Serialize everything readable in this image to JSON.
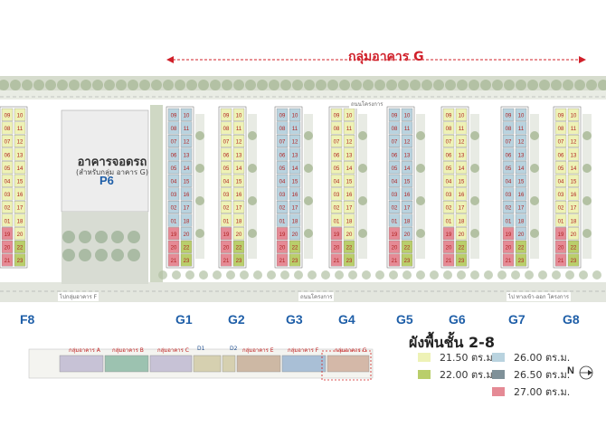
{
  "header": {
    "group_title": "กลุ่มอาคาร G"
  },
  "roads": {
    "top_label": "ถนนโครงการ",
    "bottom_left": "ไปกลุ่มอาคาร F",
    "bottom_mid": "ถนนโครงการ",
    "bottom_right": "ไป ทางเข้า-ออก โครงการ"
  },
  "parking": {
    "title": "อาคารจอดรถ",
    "subtitle": "(สำหรับกลุ่ม อาคาร G)",
    "code": "P6"
  },
  "buildings": [
    "F8",
    "G1",
    "G2",
    "G3",
    "G4",
    "G5",
    "G6",
    "G7",
    "G8"
  ],
  "legend": {
    "title": "ผังพื้นชั้น 2-8",
    "items": [
      {
        "label": "21.50 ตร.ม.",
        "color": "#eef2b6"
      },
      {
        "label": "22.00 ตร.ม.",
        "color": "#b9ce6b"
      },
      {
        "label": "26.00 ตร.ม.",
        "color": "#b9d3df"
      },
      {
        "label": "26.50 ตร.ม.",
        "color": "#7f9199"
      },
      {
        "label": "27.00 ตร.ม.",
        "color": "#e58a95"
      }
    ]
  },
  "key_plan": {
    "groups": [
      "กลุ่มอาคาร A",
      "กลุ่มอาคาร B",
      "กลุ่มอาคาร C",
      "D1",
      "D2",
      "กลุ่มอาคาร E",
      "กลุ่มอาคาร F",
      "กลุ่มอาคาร G"
    ]
  },
  "compass": "N",
  "unit_numbers": {
    "left_column": [
      "09",
      "08",
      "07",
      "06",
      "05",
      "04",
      "03",
      "02",
      "01",
      "19",
      "20",
      "21"
    ],
    "right_column": [
      "10",
      "11",
      "12",
      "13",
      "14",
      "15",
      "16",
      "17",
      "18",
      "20",
      "22",
      "23"
    ]
  }
}
